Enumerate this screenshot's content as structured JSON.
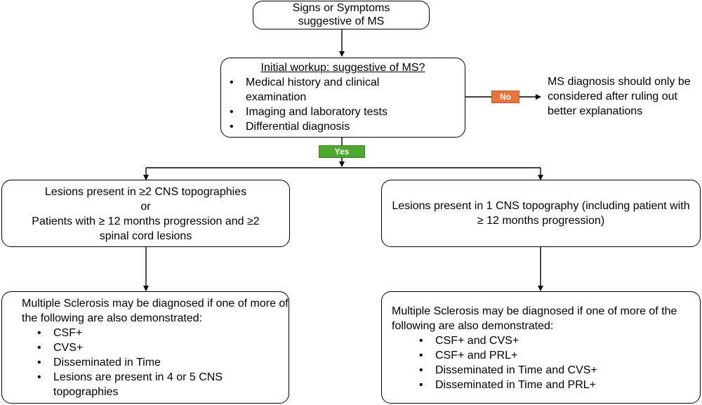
{
  "start_box": {
    "line1": "Signs or Symptoms",
    "line2": "suggestive of MS"
  },
  "workup_box": {
    "title": "Initial workup: suggestive of MS?",
    "items": [
      "Medical history and clinical examination",
      "Imaging and laboratory tests",
      "Differential diagnosis"
    ]
  },
  "no_badge": {
    "label": "No",
    "color": "#e8743b"
  },
  "yes_badge": {
    "label": "Yes",
    "color": "#4ea72e"
  },
  "no_outcome": {
    "text": "MS diagnosis should only be considered after ruling out better explanations"
  },
  "left_criteria": {
    "line1": "Lesions present in ≥2 CNS topographies",
    "line2": "or",
    "line3": "Patients with ≥ 12 months progression and ≥2 spinal cord lesions"
  },
  "right_criteria": {
    "text": "Lesions present in 1 CNS topography (including patient with ≥ 12 months progression)"
  },
  "left_diagnosis": {
    "intro": "Multiple Sclerosis may be diagnosed if one of more of the following are also demonstrated:",
    "items": [
      "CSF+",
      "CVS+",
      "Disseminated in Time",
      "Lesions are present in 4 or 5 CNS topographies"
    ]
  },
  "right_diagnosis": {
    "intro": "Multiple Sclerosis may be diagnosed if one of more of the following are also demonstrated:",
    "items": [
      "CSF+ and CVS+",
      "CSF+ and PRL+",
      "Disseminated in Time and CVS+",
      "Disseminated in Time and PRL+"
    ]
  }
}
